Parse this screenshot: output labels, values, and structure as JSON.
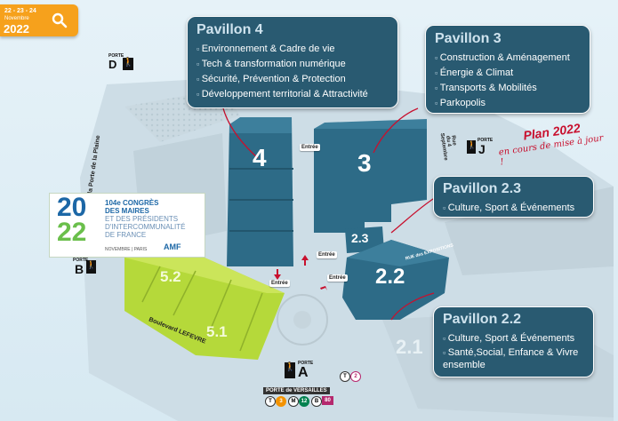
{
  "badge": {
    "days": "22 - 23 - 24",
    "month": "Novembre",
    "year": "2022"
  },
  "icons": {
    "search": "search-icon",
    "walk": "pedestrian-icon"
  },
  "pavilions": {
    "p4": {
      "title": "Pavillon 4",
      "items": [
        "Environnement & Cadre de vie",
        "Tech & transformation numérique",
        "Sécurité, Prévention & Protection",
        "Développement territorial & Attractivité"
      ]
    },
    "p3": {
      "title": "Pavillon 3",
      "items": [
        "Construction & Aménagement",
        "Énergie & Climat",
        "Transports & Mobilités",
        "Parkopolis"
      ]
    },
    "p23": {
      "title": "Pavillon 2.3",
      "items": [
        "Culture, Sport & Événements"
      ]
    },
    "p22": {
      "title": "Pavillon 2.2",
      "items": [
        "Culture, Sport & Événements",
        "Santé,Social, Enfance & Vivre ensemble"
      ]
    }
  },
  "buildings": {
    "b4": "4",
    "b3": "3",
    "b23": "2.3",
    "b22": "2.2",
    "b21": "2.1",
    "b52": "5.2",
    "b51": "5.1"
  },
  "doors": {
    "label": "PORTE",
    "d": "D",
    "j": "J",
    "b": "B",
    "a": "A",
    "a_name": "PORTE de VERSAILLES"
  },
  "streets": {
    "plaine": "Avenue de la Porte de la Plaine",
    "septembre": "Rue du 4 Septembre",
    "lefevre": "Boulevard LEFEVRE",
    "corner": "RUE des EXPOSITIONS"
  },
  "entrances": [
    "Entrée",
    "Entrée",
    "Entrée",
    "Entrée"
  ],
  "plan_stamp": {
    "title": "Plan 2022",
    "subtitle": "en cours de mise à jour !"
  },
  "congress": {
    "year_top": "20",
    "year_bottom": "22",
    "num": "104e",
    "line1": "CONGRÈS",
    "line2": "DES MAIRES",
    "line3": "ET DES PRÉSIDENTS",
    "line4": "D'INTERCOMMUNALITÉ",
    "line5": "DE FRANCE",
    "footer": "NOVEMBRE | PARIS",
    "org": "AMF"
  },
  "transit": {
    "tram": "T",
    "t3": "3",
    "t2": "2",
    "metro": "M",
    "m12": "12",
    "bus": "B",
    "b80": "80"
  },
  "colors": {
    "panel": "#295a71",
    "building": "#2d6b87",
    "green": "#b5d93a",
    "badge": "#f6a11c",
    "stamp": "#c8102e"
  }
}
